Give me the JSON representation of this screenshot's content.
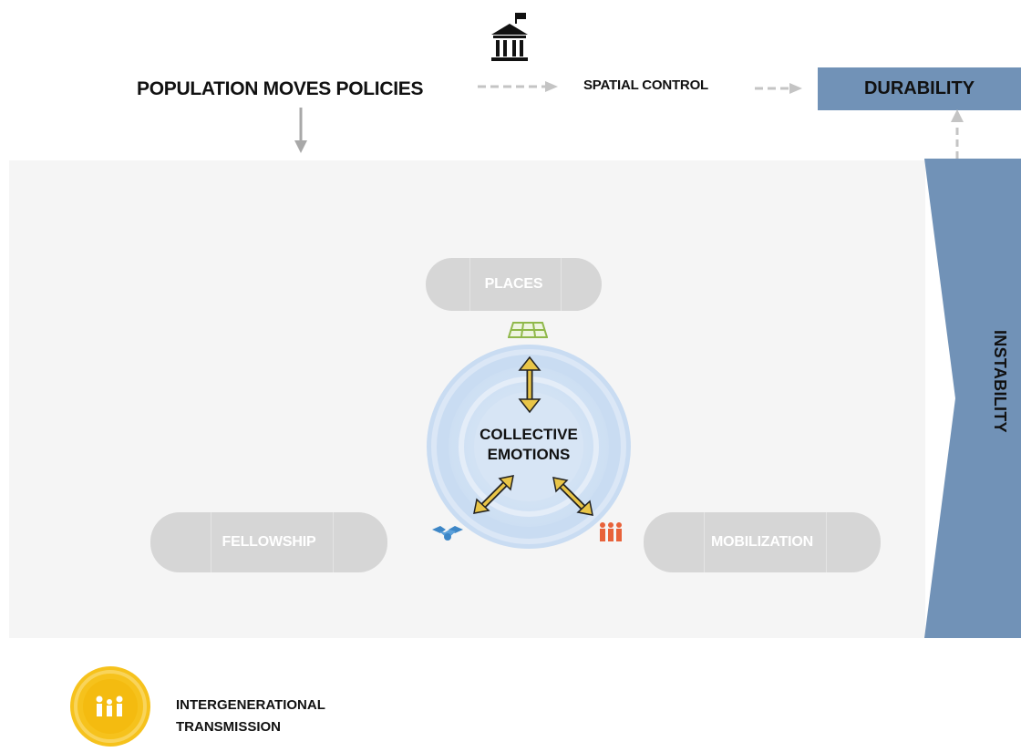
{
  "top_row": {
    "policies_label": "POPULATION MOVES POLICIES",
    "spatial_label": "SPATIAL CONTROL",
    "durability_label": "DURABILITY"
  },
  "side": {
    "instability_label": "INSTABILITY"
  },
  "nodes": {
    "places": "PLACES",
    "fellowship": "FELLOWSHIP",
    "mobilization": "MOBILIZATION"
  },
  "center": {
    "line1": "COLLECTIVE",
    "line2": "EMOTIONS"
  },
  "legend": {
    "line1": "INTERGENERATIONAL",
    "line2": "TRANSMISSION"
  },
  "icons": [
    "government-building-icon",
    "map-icon",
    "handshake-icon",
    "crowd-icon",
    "family-icon"
  ],
  "colors": {
    "accent_blue": "#7192b7",
    "panel_bg": "#f5f5f5",
    "pill_gray": "#d6d6d6",
    "circle_blue": "#cfe0f3",
    "arrow_yellow": "#e9c547",
    "legend_yellow": "#f6c21c",
    "map_green": "#8fb84a",
    "handshake_blue": "#3d86c6",
    "crowd_orange": "#e8623a"
  }
}
